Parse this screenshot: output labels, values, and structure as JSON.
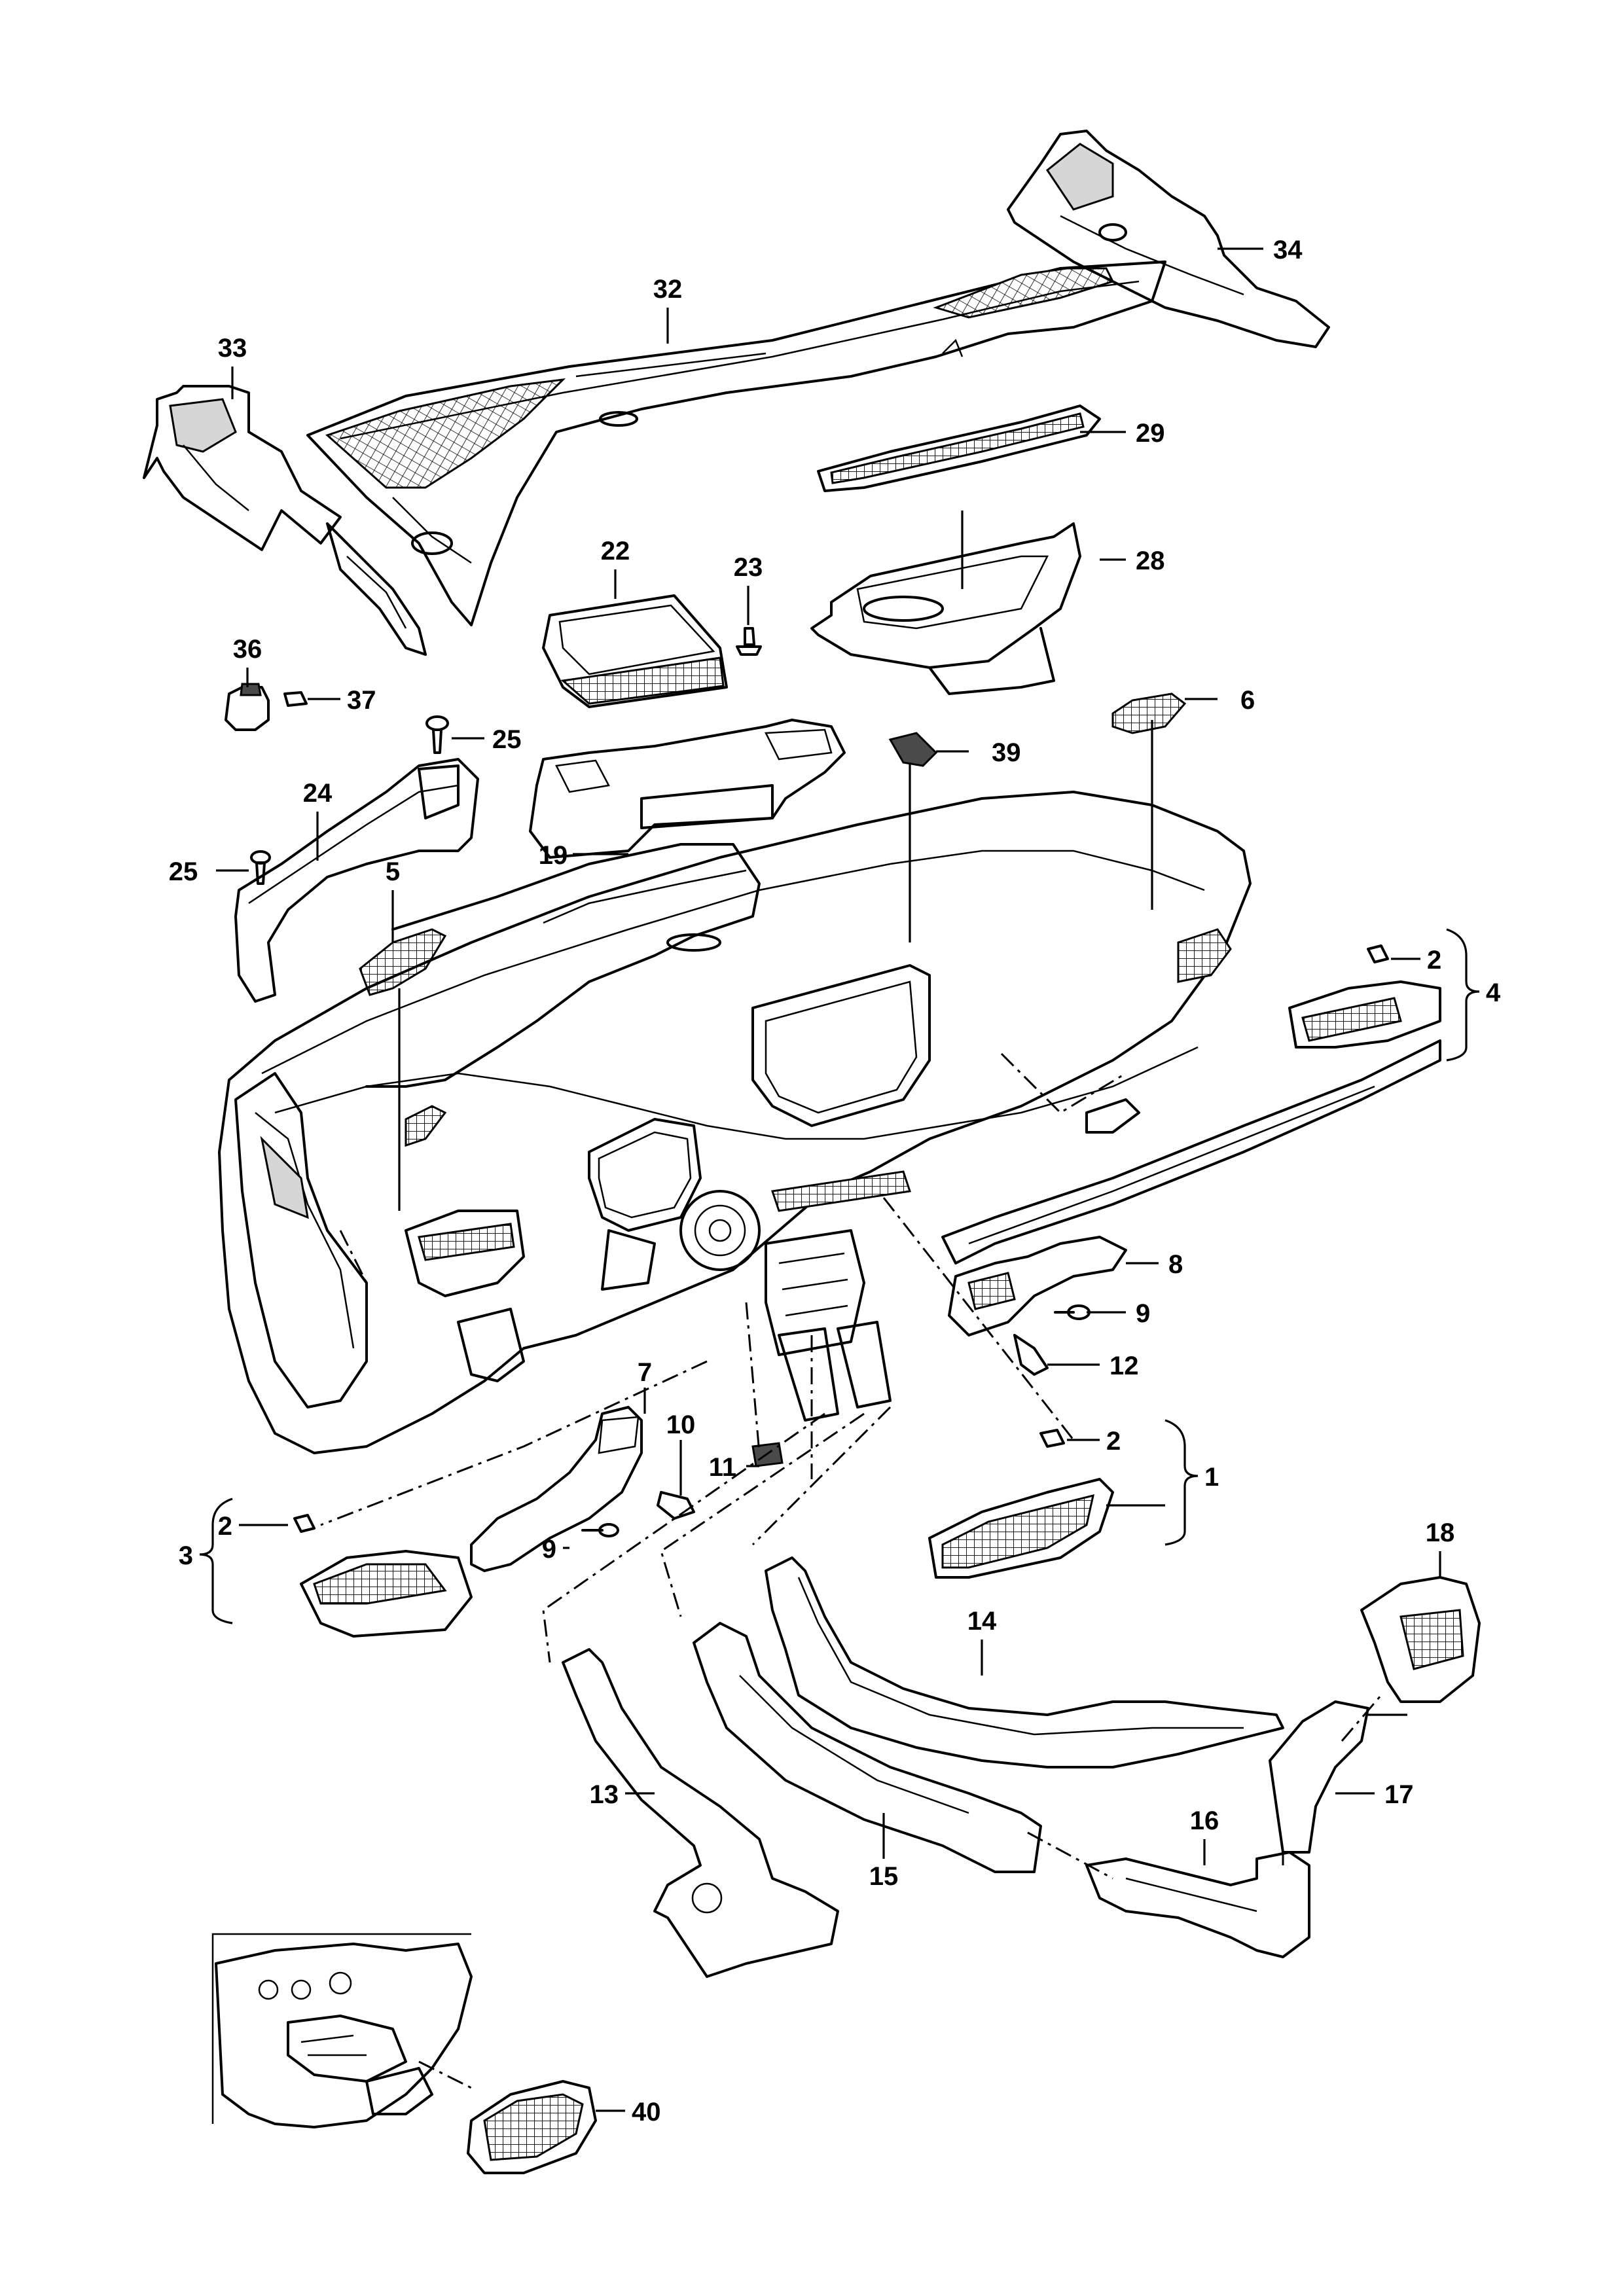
{
  "diagram": {
    "type": "exploded-parts-diagram",
    "callouts": {
      "c32": "32",
      "c33": "33",
      "c34": "34",
      "c29": "29",
      "c28": "28",
      "c22": "22",
      "c23": "23",
      "c36": "36",
      "c37": "37",
      "c25a": "25",
      "c25b": "25",
      "c24": "24",
      "c19": "19",
      "c39": "39",
      "c6": "6",
      "c5": "5",
      "c2a": "2",
      "c4": "4",
      "c8": "8",
      "c9a": "9",
      "c12": "12",
      "c7": "7",
      "c10": "10",
      "c11": "11",
      "c2b": "2",
      "c1": "1",
      "c2c": "2",
      "c3": "3",
      "c9b": "9",
      "c18": "18",
      "c14": "14",
      "c13": "13",
      "c15": "15",
      "c16": "16",
      "c17": "17",
      "c40": "40"
    }
  }
}
